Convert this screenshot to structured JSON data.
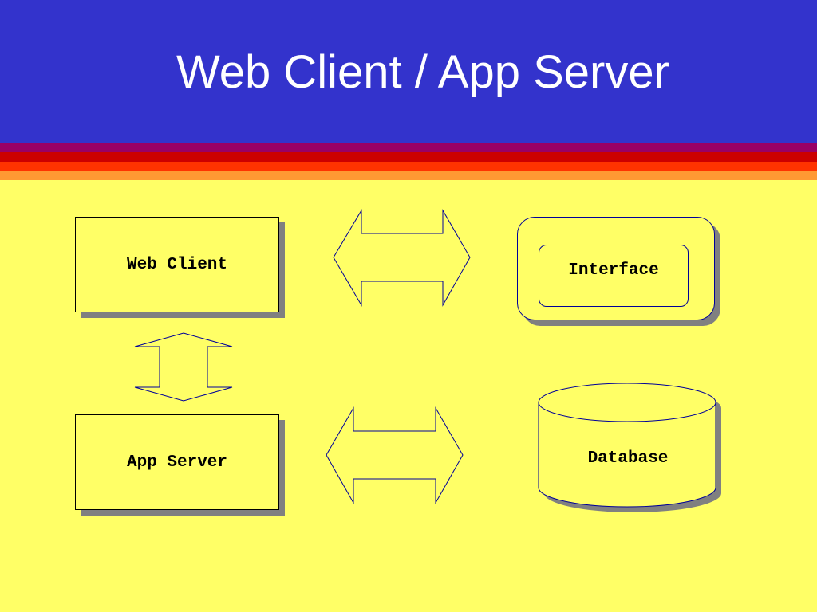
{
  "slide": {
    "title": "Web Client / App Server"
  },
  "diagram": {
    "nodes": {
      "web_client": "Web Client",
      "app_server": "App Server",
      "interface": "Interface",
      "database": "Database"
    }
  },
  "colors": {
    "header_bg": "#3333cc",
    "body_bg": "#ffff66",
    "stripes": [
      "#990066",
      "#cc0000",
      "#ff3300",
      "#ff9933"
    ],
    "arrow_stroke": "#000099",
    "shadow": "#808080"
  }
}
